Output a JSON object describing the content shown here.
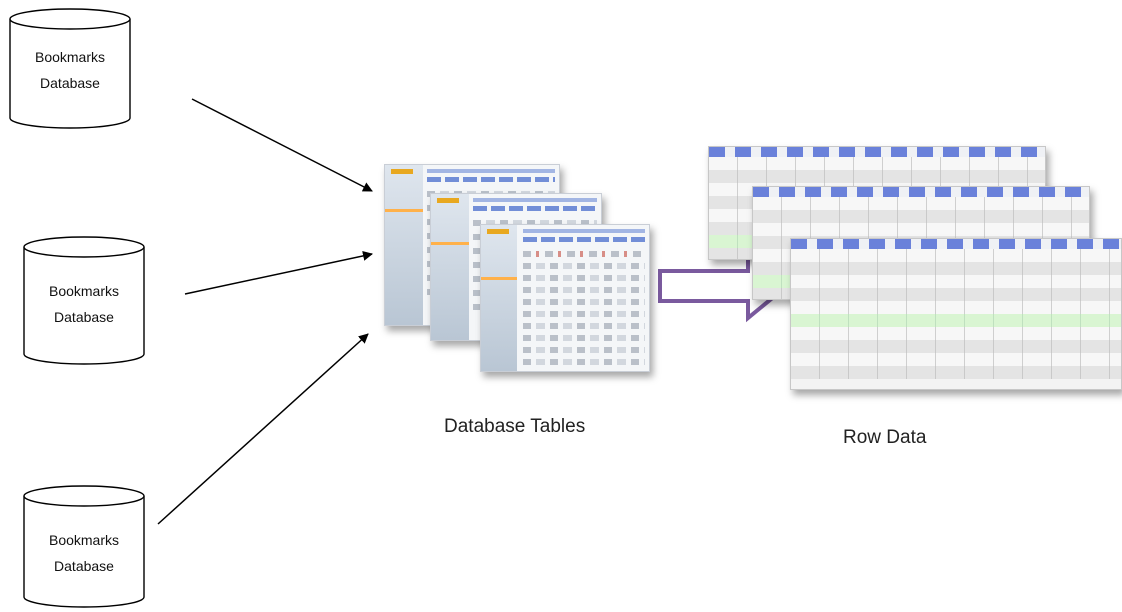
{
  "databases": [
    {
      "line1": "Bookmarks",
      "line2": "Database"
    },
    {
      "line1": "Bookmarks",
      "line2": "Database"
    },
    {
      "line1": "Bookmarks",
      "line2": "Database"
    }
  ],
  "captions": {
    "tables": "Database Tables",
    "rows": "Row Data"
  },
  "colors": {
    "flow_arrow": "#7a5a9e",
    "line": "#000000"
  }
}
